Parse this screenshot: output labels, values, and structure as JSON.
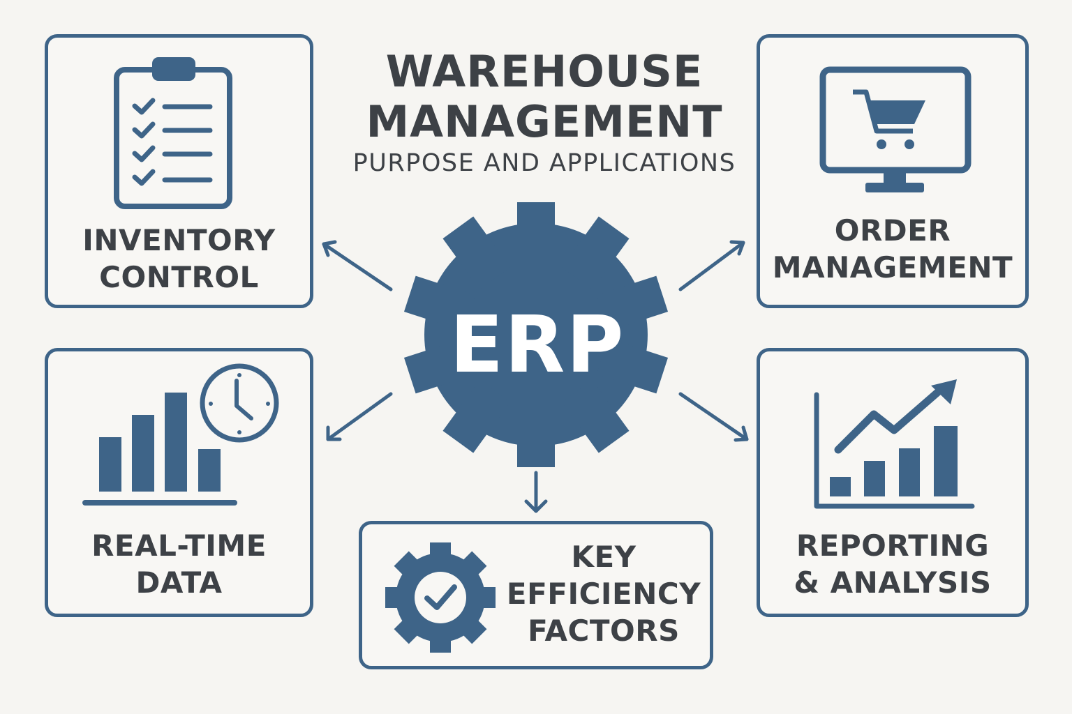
{
  "title": {
    "line1": "WAREHOUSE",
    "line2": "MANAGEMENT",
    "subtitle": "PURPOSE AND APPLICATIONS"
  },
  "center": {
    "label": "ERP",
    "icon": "gear-icon"
  },
  "cards": {
    "inventory": {
      "lines": [
        "INVENTORY",
        "CONTROL"
      ],
      "icon": "clipboard-checklist-icon"
    },
    "order": {
      "lines": [
        "ORDER",
        "MANAGEMENT"
      ],
      "icon": "monitor-cart-icon"
    },
    "realtime": {
      "lines": [
        "REAL-TIME",
        "DATA"
      ],
      "icon": "bar-chart-clock-icon"
    },
    "reporting": {
      "lines": [
        "REPORTING",
        "& ANALYSIS"
      ],
      "icon": "trend-chart-icon"
    },
    "efficiency": {
      "lines": [
        "KEY",
        "EFFICIENCY",
        "FACTORS"
      ],
      "icon": "gear-check-icon"
    }
  },
  "colors": {
    "accent": "#3e6488",
    "text": "#3d4146",
    "background": "#f6f5f2"
  }
}
